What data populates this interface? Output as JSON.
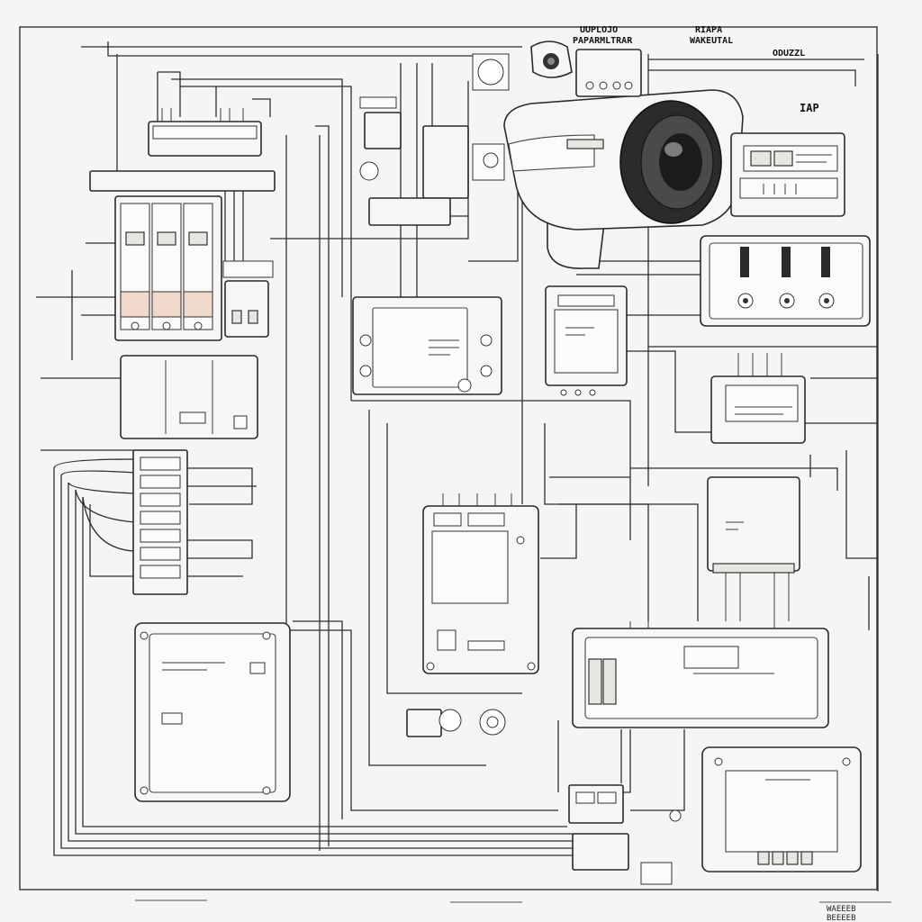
{
  "colors": {
    "paper": "#f5f5f3",
    "ink": "#2a2a2a",
    "breaker_accent": "#efd9cb",
    "camera_lens": "#1c1c1c"
  },
  "labels": {
    "top_center_a": "UUPLOJO",
    "top_center_b": "PAPARMLTRAR",
    "top_right_a": "RIAPA",
    "top_right_b": "WAKEUTAL",
    "top_far_right": "ODUZZL",
    "side_badge": "IAP",
    "bottom_right_a": "WAEEEB",
    "bottom_right_b": "BEEEEB"
  },
  "icons": {
    "camera": "cctv-camera-icon"
  }
}
